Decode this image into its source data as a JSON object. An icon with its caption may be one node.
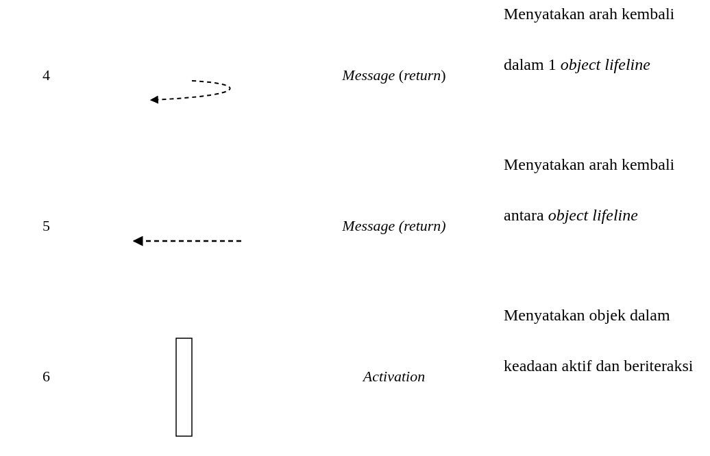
{
  "diagram": {
    "labels": [
      "4",
      "*Message* (*return*)",
      "Menyatakan arah kembali dalam 1 *object lifeline*",
      "5",
      "Message (return)",
      "Menyatakan arah kembali antara *object lifeline*",
      "6",
      "Activation",
      "Menyatakan objek dalam keadaan aktif dan beriteraksi"
    ]
  }
}
